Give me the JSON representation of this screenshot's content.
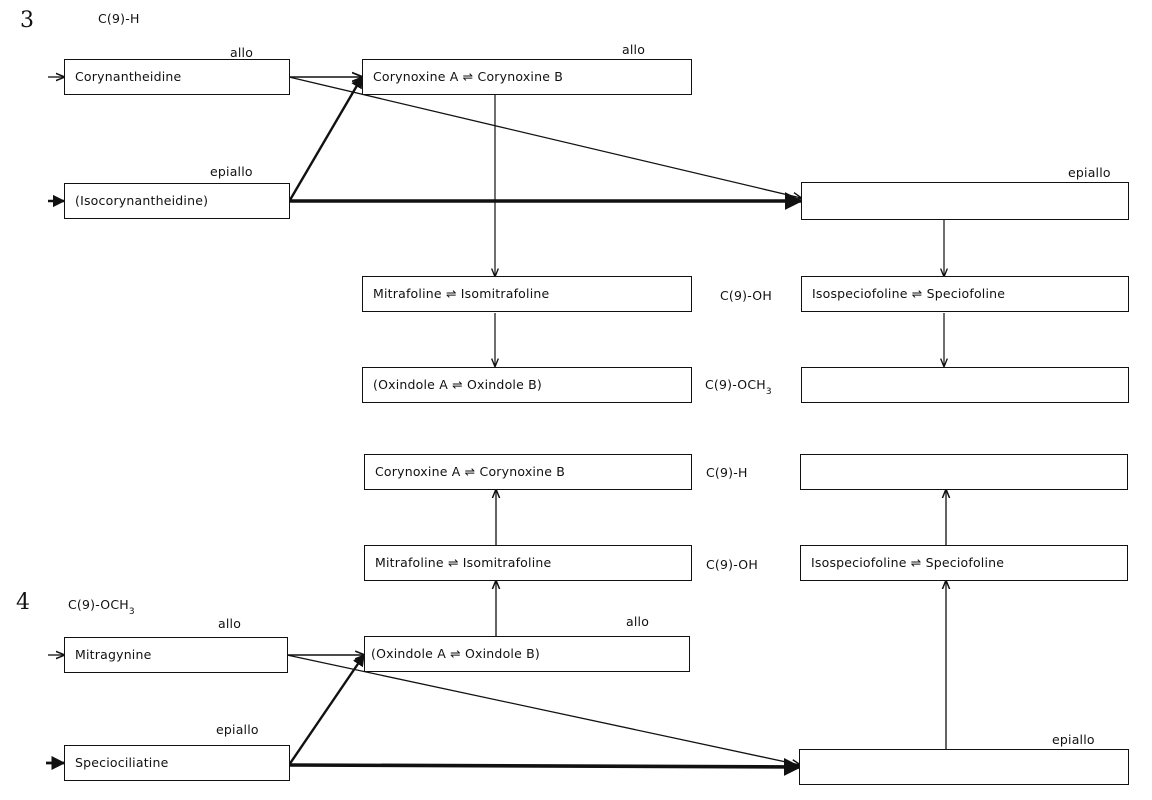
{
  "sections": [
    {
      "number": "3",
      "substituent": "C(9)-H",
      "start_nodes": [
        {
          "id": "corynantheidine",
          "label": "Corynantheidine",
          "config": "allo"
        },
        {
          "id": "isocorynantheidine",
          "label": "(Isocorynantheidine)",
          "config": "epiallo"
        }
      ],
      "allo_column": {
        "config": "allo",
        "rows": [
          {
            "label": "Corynoxine A ⇌ Corynoxine B",
            "substituent": ""
          },
          {
            "label": "Mitrafoline ⇌ Isomitrafoline",
            "substituent": "C(9)-OH"
          },
          {
            "label": "(Oxindole A ⇌ Oxindole B)",
            "substituent": "C(9)-OCH3"
          }
        ]
      },
      "epiallo_column": {
        "config": "epiallo",
        "rows": [
          {
            "label": ""
          },
          {
            "label": "Isospeciofoline ⇌ Speciofoline"
          },
          {
            "label": ""
          }
        ]
      }
    },
    {
      "number": "4",
      "substituent": "C(9)-OCH",
      "substituent_sub": "3",
      "start_nodes": [
        {
          "id": "mitragynine",
          "label": "Mitragynine",
          "config": "allo"
        },
        {
          "id": "speciociliatine",
          "label": "Speciociliatine",
          "config": "epiallo"
        }
      ],
      "allo_column": {
        "config": "allo",
        "rows": [
          {
            "label": "Corynoxine A ⇌ Corynoxine B",
            "substituent": "C(9)-H"
          },
          {
            "label": "Mitrafoline ⇌ Isomitrafoline",
            "substituent": "C(9)-OH"
          },
          {
            "label": "(Oxindole A ⇌ Oxindole B)",
            "substituent": ""
          }
        ]
      },
      "epiallo_column": {
        "config": "epiallo",
        "rows": [
          {
            "label": ""
          },
          {
            "label": "Isospeciofoline ⇌ Speciofoline"
          },
          {
            "label": ""
          }
        ]
      }
    }
  ],
  "labels": {
    "ocH3_sub": "3",
    "c9_och_prefix": "C(9)-OCH"
  }
}
